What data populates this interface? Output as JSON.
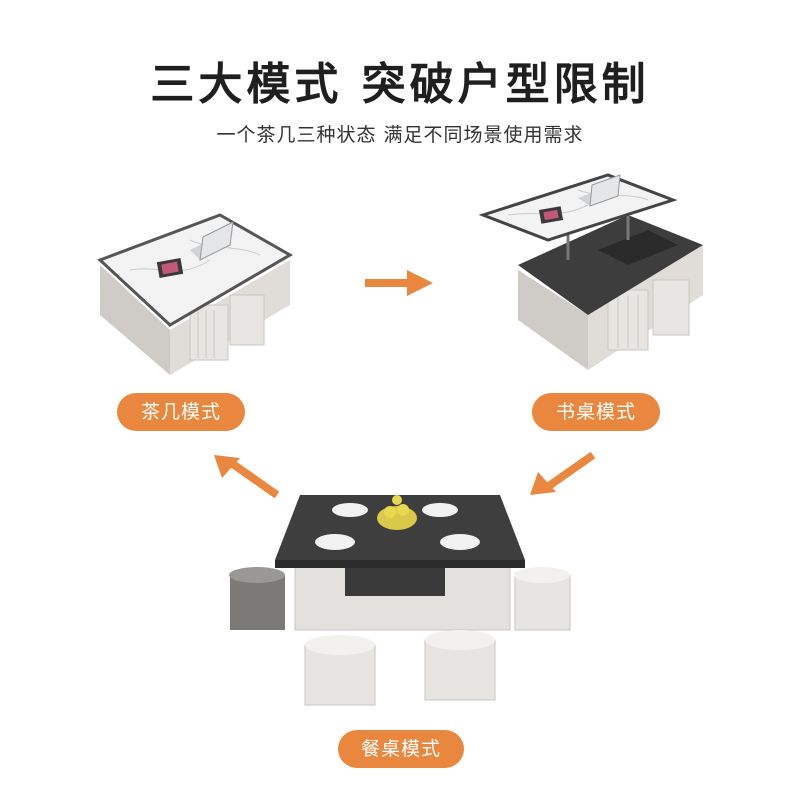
{
  "header": {
    "title": "三大模式 突破户型限制",
    "subtitle": "一个茶几三种状态 满足不同场景使用需求"
  },
  "modes": {
    "tea_table_label": "茶几模式",
    "desk_label": "书桌模式",
    "dining_label": "餐桌模式"
  },
  "colors": {
    "accent": "#e9873e",
    "marble": "#f2f2f2",
    "dark_top": "#3e3e3e",
    "base": "#d8d6d2"
  }
}
